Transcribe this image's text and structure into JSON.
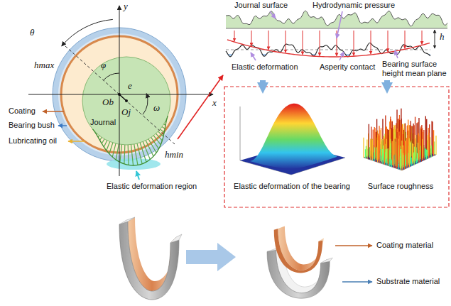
{
  "diagram": {
    "nodes": [
      {
        "text": [
          "Journal surface",
          "Hydrodynamic pressure",
          "h",
          "Elastic deformation",
          "Asperity contact",
          "Bearing surface height mean plane"
        ]
      },
      {
        "text": [
          "Elastic deformation of the bearing"
        ]
      },
      {
        "text": [
          "Surface roughness"
        ]
      }
    ],
    "edges": [
      {
        "from": 0,
        "to": 1,
        "arrow": "to"
      },
      {
        "from": 0,
        "to": 2,
        "arrow": "to"
      }
    ],
    "labels": [
      "y",
      "x",
      "θ",
      "φ",
      "hmax",
      "e",
      "Ob",
      "Oj",
      "ω",
      "hmin",
      "Journal",
      "Coating",
      "Bearing bush",
      "Lubricating oil",
      "Elastic deformation region",
      "Coating material",
      "Substrate material"
    ]
  }
}
